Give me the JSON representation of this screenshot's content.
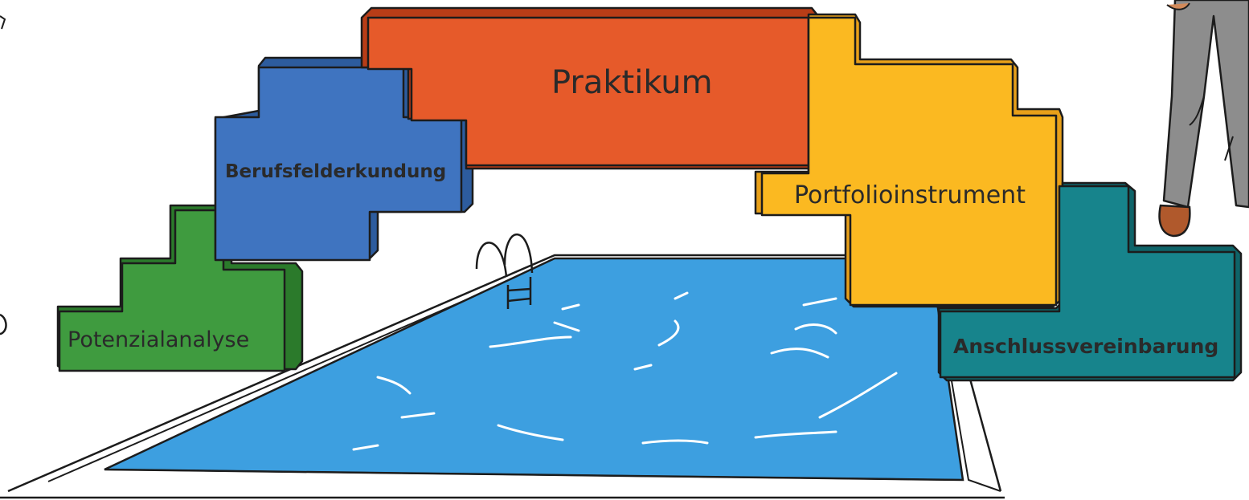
{
  "blocks": {
    "potenzialanalyse": {
      "label": "Potenzialanalyse",
      "color": "#3f9b3f"
    },
    "berufsfelderkundung": {
      "label": "Berufsfelderkundung",
      "color": "#3f74c0"
    },
    "praktikum": {
      "label": "Praktikum",
      "color": "#e65a2a"
    },
    "portfolioinstrument": {
      "label": "Portfolioinstrument",
      "color": "#fbb921"
    },
    "anschlussvereinbarung": {
      "label": "Anschlussvereinbarung",
      "color": "#17848c"
    }
  },
  "pool": {
    "water_color": "#3d9fe0"
  }
}
